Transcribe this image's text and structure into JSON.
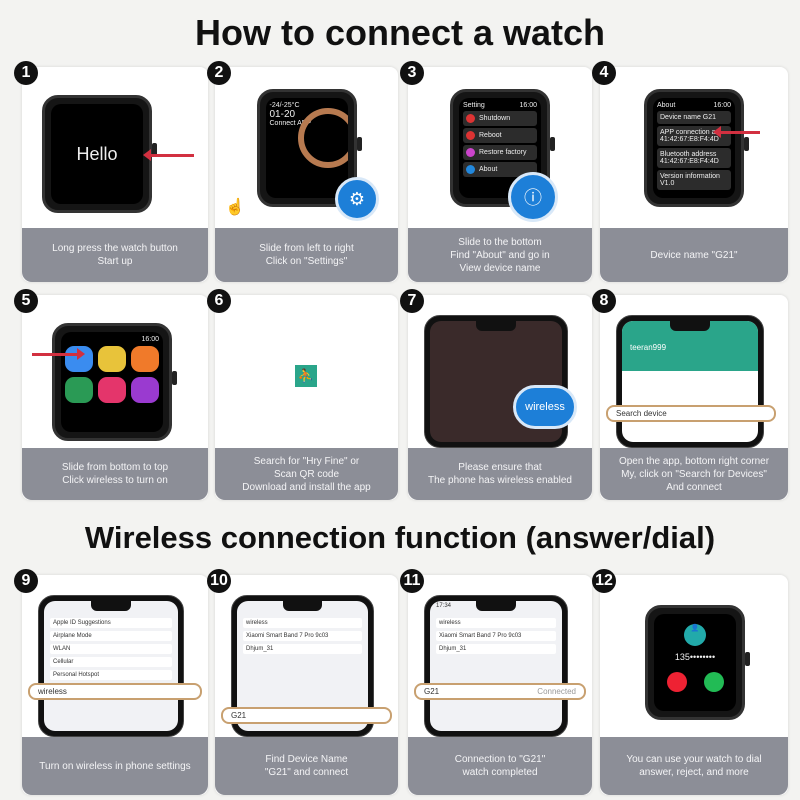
{
  "title": "How to connect a watch",
  "subtitle": "Wireless connection function (answer/dial)",
  "steps": [
    {
      "n": "1",
      "caption": "Long press the watch button\nStart up",
      "screen": {
        "text": "Hello"
      }
    },
    {
      "n": "2",
      "caption": "Slide from left to right\nClick on \"Settings\"",
      "screen": {
        "temp": "-24/-25°C",
        "date": "01-20",
        "app": "Connect APP"
      }
    },
    {
      "n": "3",
      "caption": "Slide to the bottom\nFind \"About\" and go in\nView device name",
      "screen": {
        "header": "Setting",
        "time": "16:00",
        "items": [
          "Shutdown",
          "Reboot",
          "Restore factory",
          "About"
        ]
      }
    },
    {
      "n": "4",
      "caption": "Device name \"G21\"",
      "screen": {
        "header": "About",
        "time": "16:00",
        "items": [
          "Device name G21",
          "APP connection ad... 41:42:67:E8:F4:4D",
          "Bluetooth address 41:42:67:E8:F4:4D",
          "Version information V1.0"
        ]
      }
    },
    {
      "n": "5",
      "caption": "Slide from bottom to top\nClick wireless to turn on",
      "screen": {
        "time": "16:00"
      }
    },
    {
      "n": "6",
      "caption": "Search for \"Hry Fine\" or\nScan QR code\nDownload and install the app"
    },
    {
      "n": "7",
      "caption": "Please ensure that\nThe phone has wireless enabled",
      "screen": {
        "bubble": "wireless"
      }
    },
    {
      "n": "8",
      "caption": "Open the app, bottom right corner\nMy, click on \"Search for Devices\"\nAnd connect",
      "screen": {
        "user": "teeran999",
        "highlight": "Search device"
      }
    },
    {
      "n": "9",
      "caption": "Turn on wireless in phone settings",
      "screen": {
        "highlight": "wireless",
        "items": [
          "Apple ID Suggestions",
          "Airplane Mode",
          "WLAN",
          "Cellular",
          "Personal Hotspot"
        ]
      }
    },
    {
      "n": "10",
      "caption": "Find Device Name\n\"G21\" and connect",
      "screen": {
        "header": "wireless",
        "highlight": "G21",
        "items": [
          "Xiaomi Smart Band 7 Pro 9c03",
          "Dhjum_31"
        ]
      }
    },
    {
      "n": "11",
      "caption": "Connection to \"G21\"\nwatch completed",
      "screen": {
        "time": "17:34",
        "header": "wireless",
        "highlight": "G21",
        "status": "Connected",
        "items": [
          "Xiaomi Smart Band 7 Pro 9c03",
          "Dhjum_31"
        ]
      }
    },
    {
      "n": "12",
      "caption": "You can use your watch to dial\nanswer, reject, and more",
      "screen": {
        "number": "135••••••••"
      }
    }
  ],
  "colors": {
    "caption": "#8c8e97",
    "accent": "#1d7fd8",
    "arrow": "#d23040"
  }
}
